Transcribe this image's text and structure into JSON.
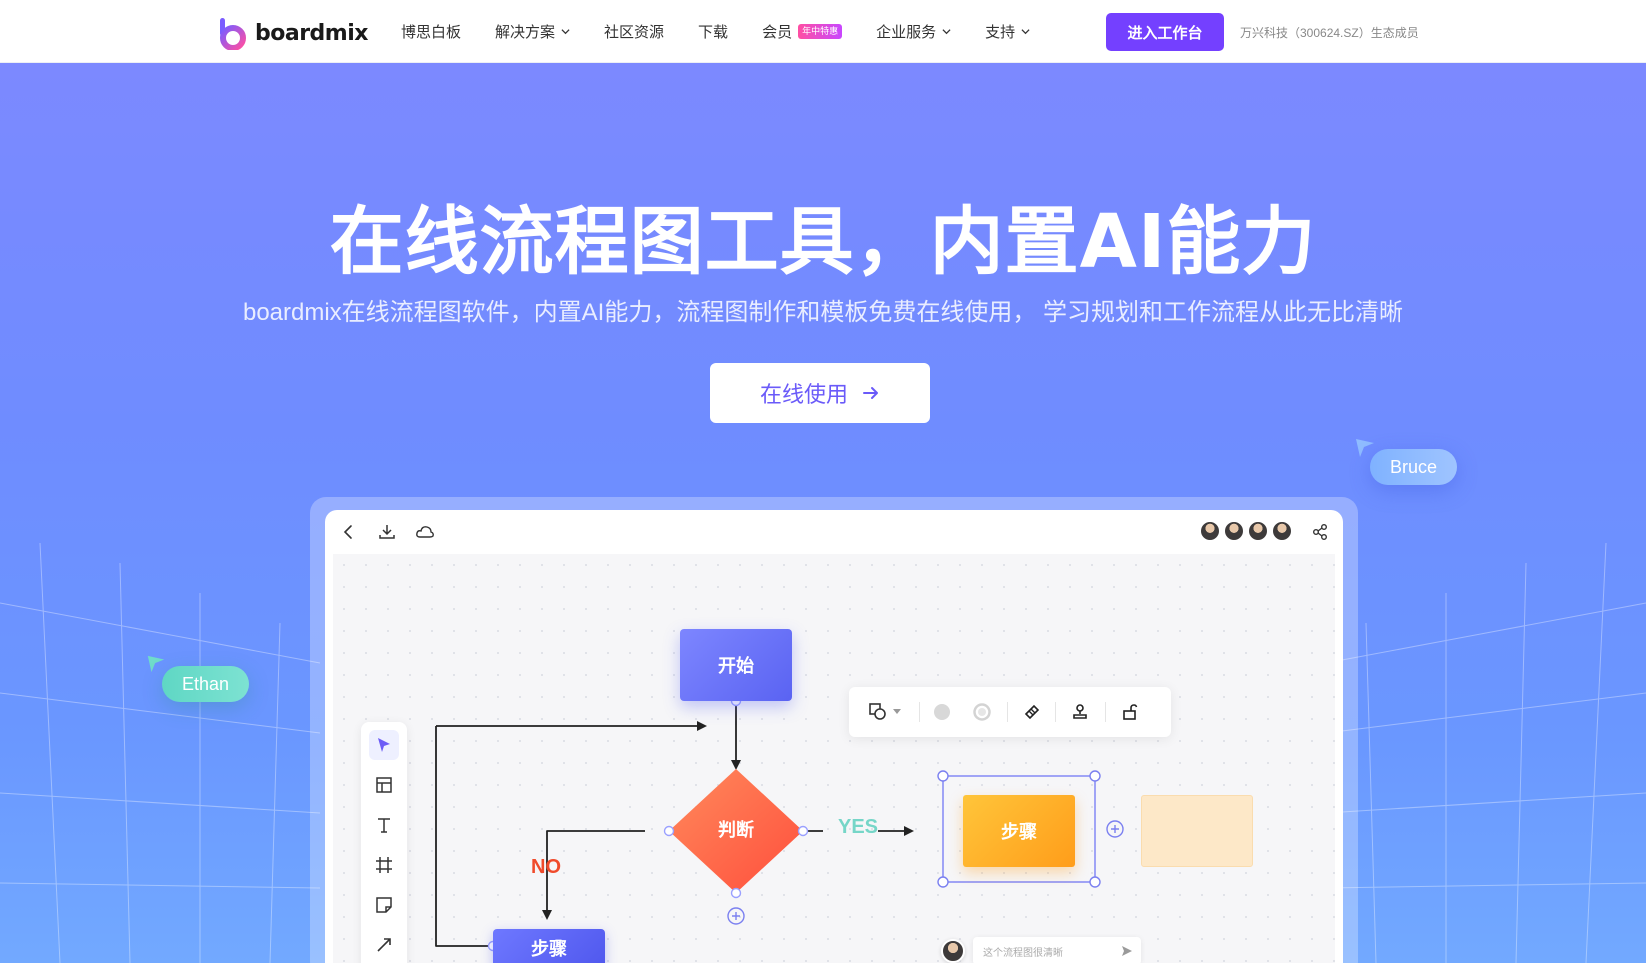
{
  "brand": {
    "name": "boardmix"
  },
  "nav": {
    "items": [
      {
        "label": "博思白板",
        "dropdown": false
      },
      {
        "label": "解决方案",
        "dropdown": true
      },
      {
        "label": "社区资源",
        "dropdown": false
      },
      {
        "label": "下载",
        "dropdown": false
      },
      {
        "label": "会员",
        "dropdown": false,
        "badge": "年中特惠"
      },
      {
        "label": "企业服务",
        "dropdown": true
      },
      {
        "label": "支持",
        "dropdown": true
      }
    ],
    "cta": "进入工作台",
    "ecosystem": "万兴科技（300624.SZ）生态成员"
  },
  "hero": {
    "title": "在线流程图工具，内置AI能力",
    "subtitle": "boardmix在线流程图软件，内置AI能力，流程图制作和模板免费在线使用， 学习规划和工作流程从此无比清晰",
    "button": "在线使用",
    "cursor_tags": {
      "bruce": "Bruce",
      "ethan": "Ethan"
    }
  },
  "app": {
    "flow": {
      "start": "开始",
      "decision": "判断",
      "step_yes": "步骤",
      "step_no": "步骤",
      "yes": "YES",
      "no": "NO"
    },
    "comment_placeholder": "这个流程图很清晰"
  },
  "colors": {
    "accent": "#7440ff",
    "hero_bg": "#6f8cff",
    "start_node": "#5a63f2",
    "decision": "#ff6a4a",
    "step_orange": "#ffae2a",
    "yes": "#76d6c8",
    "no": "#f04b2c"
  },
  "icons": [
    "back-icon",
    "download-icon",
    "cloud-icon",
    "share-icon",
    "pointer-icon",
    "template-icon",
    "text-icon",
    "frame-icon",
    "sticky-note-icon",
    "connector-icon",
    "shape-icon",
    "fill-icon",
    "stroke-icon",
    "style-icon",
    "stamp-icon",
    "lock-icon",
    "plus-icon",
    "send-icon",
    "arrow-right-icon",
    "chevron-down-icon"
  ]
}
